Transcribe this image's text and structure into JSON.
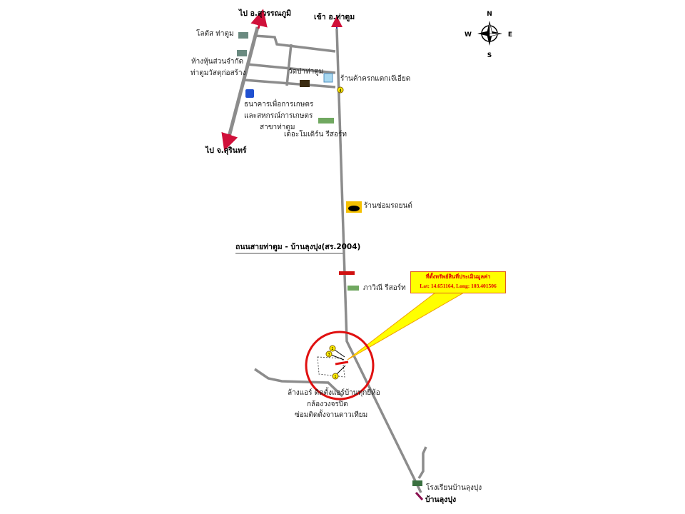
{
  "compass": {
    "n": "N",
    "s": "S",
    "e": "E",
    "w": "W"
  },
  "directions": {
    "to_suwannaphum": "ไป อ.สุวรรณภูมิ",
    "into_tha_tum": "เข้า อ.ท่าตูม",
    "to_surin": "ไป จ.สุรินทร์",
    "ban_lung_pung": "บ้านลุงปุง"
  },
  "road_label": "ถนนสายท่าตูม - บ้านลุงปุง(สร.2004)",
  "places": {
    "lotus": "โลตัส ท่าตูม",
    "hardware_1": "ห้างหุ้นส่วนจำกัด",
    "hardware_2": "ท่าตูมวัสดุก่อสร้าง",
    "temple": "วัดป่าท่าตูม",
    "noodle_shop": "ร้านค้าครกแตกเจ๊เอียด",
    "bank_1": "ธนาคารเพื่อการเกษตร",
    "bank_2": "และสหกรณ์การเกษตร",
    "bank_3": "สาขาท่าตูม",
    "modern_resort": "เดอะโมเดิร์น รีสอร์ท",
    "garage": "ร้านซ่อมรถยนต์",
    "pawinee_resort": "ภาวิณี รีสอร์ท",
    "aircon_1": "ล้างแอร์ ติดตั้งแอร์บ้านทุกยี่ห้อ",
    "aircon_2": "กล้องวงจรปิด",
    "aircon_3": "ซ่อมติดตั้งจานดาวเทียม",
    "school": "โรงเรียนบ้านลุงปุง"
  },
  "markers": {
    "m4": "4",
    "m1": "1",
    "m2": "2",
    "m3": "3"
  },
  "callout": {
    "title": "ที่ตั้งทรัพย์สินที่ประเมินมูลค่า",
    "coords": "Lat: 14.651164, Long: 103.401506"
  },
  "colors": {
    "road": "#8c8c8c",
    "arrow": "#d0103a",
    "circle": "#e01010",
    "callout_bg": "#ffff00"
  }
}
